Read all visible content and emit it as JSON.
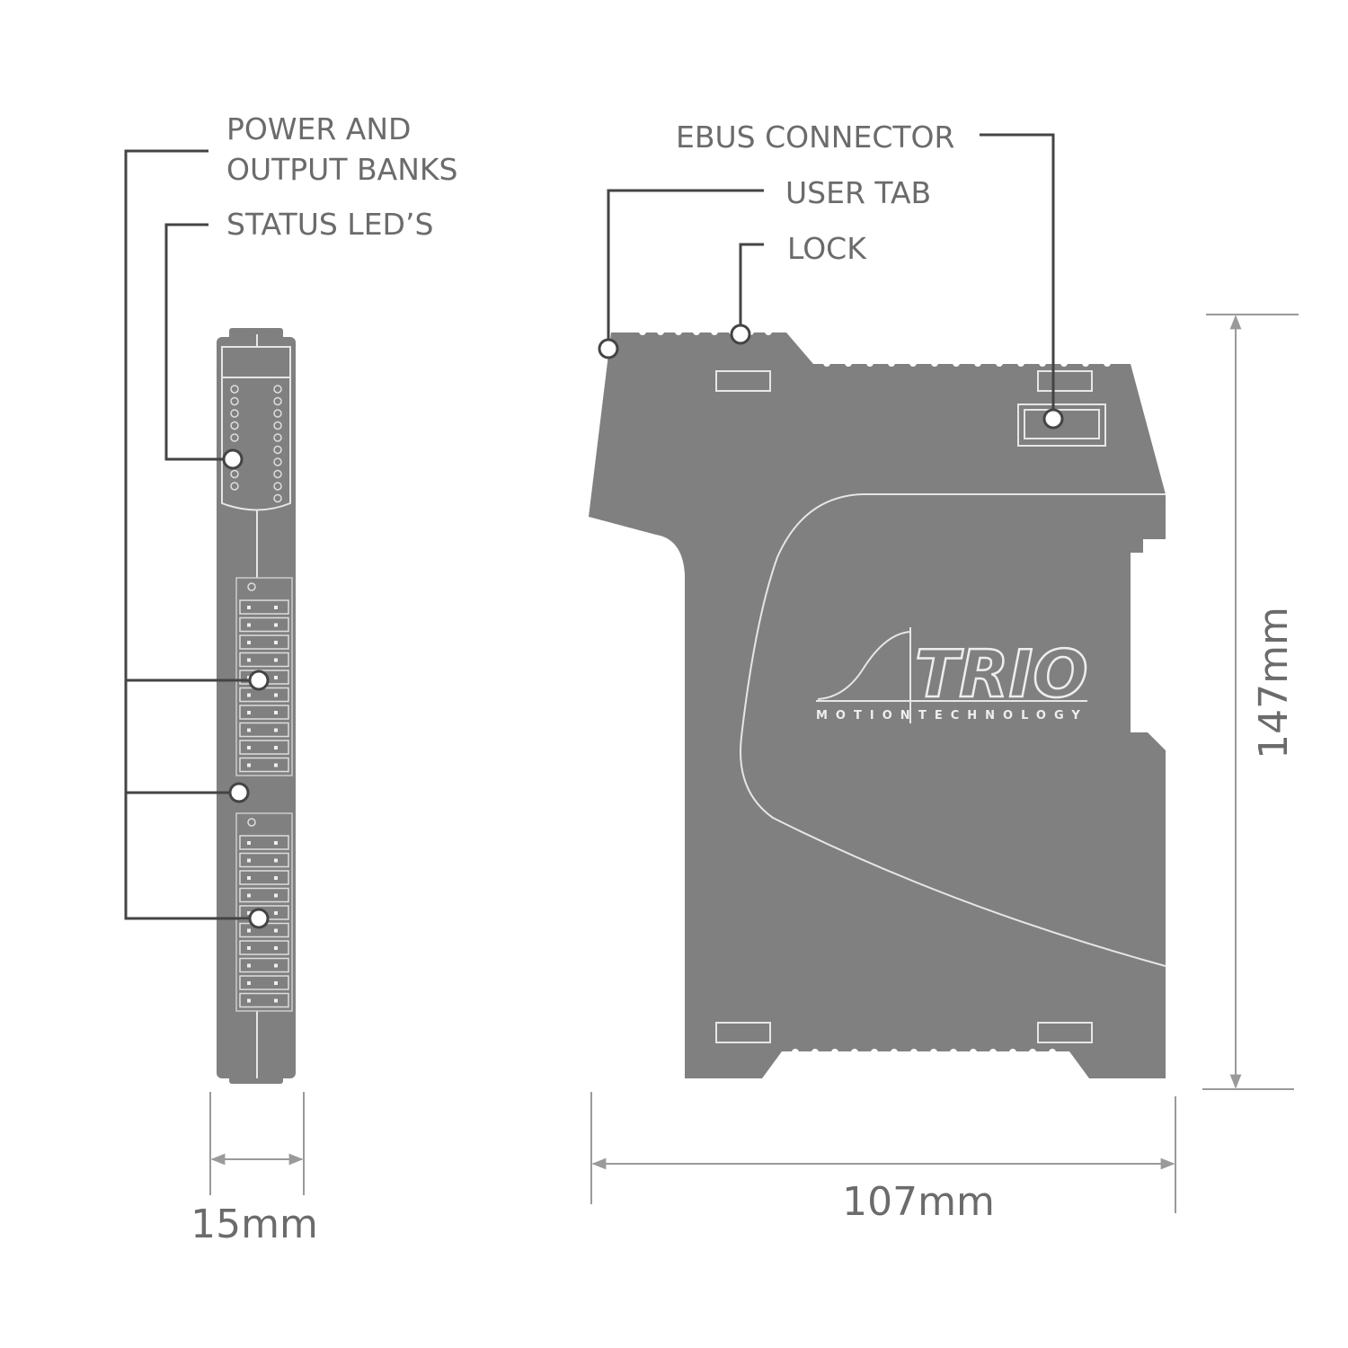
{
  "labels": {
    "power_line1": "POWER AND",
    "power_line2": "OUTPUT BANKS",
    "status_leds": "STATUS LED’S",
    "ebus_connector": "EBUS CONNECTOR",
    "user_tab": "USER TAB",
    "lock": "LOCK"
  },
  "dimensions": {
    "width_side": "15mm",
    "width_front": "107mm",
    "height": "147mm"
  },
  "logo": {
    "brand": "TRIO",
    "tagline_left": "MOTION",
    "tagline_right": "TECHNOLOGY"
  },
  "colors": {
    "body": "#808080",
    "text": "#6b6b6b",
    "leader": "#444444"
  }
}
